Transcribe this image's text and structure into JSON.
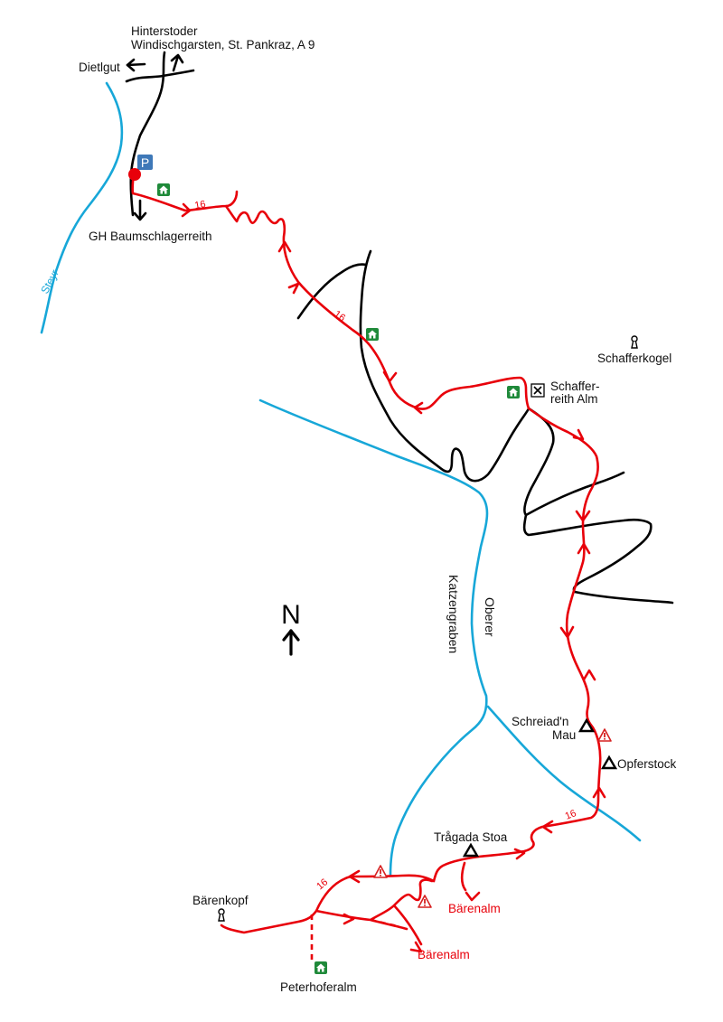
{
  "map": {
    "north_label": "N",
    "places": {
      "hinterstoder": "Hinterstoder",
      "windischgarsten": "Windischgarsten, St. Pankraz, A 9",
      "dietlgut": "Dietlgut",
      "gh_baumschlagerreith": "GH Baumschlagerreith",
      "schafferkogel": "Schafferkogel",
      "schaffer_line1": "Schaffer-",
      "schaffer_line2": "reith Alm",
      "schreiadn_line1": "Schreiad'n",
      "schreiadn_line2": "Mau",
      "opferstock": "Opferstock",
      "tragada_stoa": "Trågada Stoa",
      "baerenalm_upper": "Bärenalm",
      "baerenalm_lower": "Bärenalm",
      "baerenkopf": "Bärenkopf",
      "peterhoferalm": "Peterhoferalm"
    },
    "rivers": {
      "steyr": "Steyr",
      "oberer": "Oberer",
      "katzengraben": "Katzengraben"
    },
    "route_number": "16",
    "parking_label": "P",
    "colors": {
      "route": "#e8000a",
      "road": "#000000",
      "river": "#17a7d8",
      "parking": "#3e78b8",
      "hut": "#1f8a3a",
      "warning": "#d62020"
    },
    "icons": [
      "parking-icon",
      "hut-icon",
      "restaurant-icon",
      "summit-icon",
      "warning-icon",
      "peak-triangle-icon",
      "north-arrow-icon"
    ]
  }
}
